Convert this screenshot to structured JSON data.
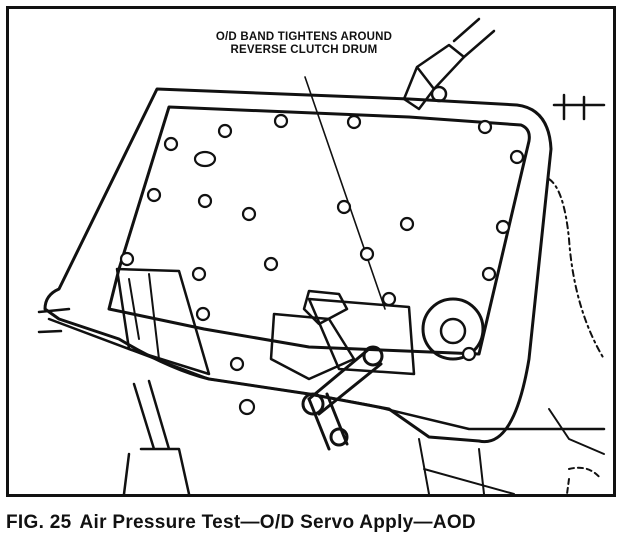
{
  "figure": {
    "callout": {
      "line1": "O/D BAND TIGHTENS AROUND",
      "line2": "REVERSE CLUTCH DRUM"
    },
    "caption": {
      "number": "FIG. 25",
      "title": "Air Pressure Test—O/D Servo Apply—AOD"
    },
    "colors": {
      "ink": "#111111",
      "paper": "#ffffff"
    }
  }
}
